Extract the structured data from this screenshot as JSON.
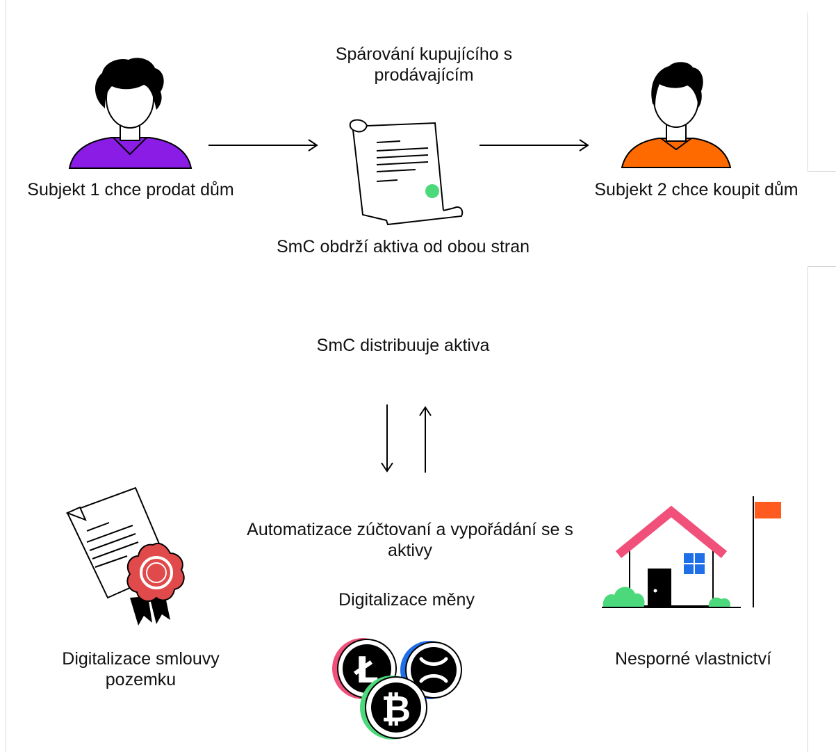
{
  "colors": {
    "purple": "#8a1ce6",
    "orange": "#ff6a00",
    "green": "#4cd97b",
    "red": "#e04a4a",
    "pink": "#f0507a",
    "blue": "#1e6fe8",
    "flag": "#ff5a1f"
  },
  "labels": {
    "matching": "Spárování kupujícího s prodávajícím",
    "subject1": "Subjekt 1 chce prodat dům",
    "subject2": "Subjekt 2 chce koupit dům",
    "smc_receives": "SmC obdrží aktiva od obou stran",
    "smc_distributes": "SmC distribuuje aktiva",
    "automation": "Automatizace zúčtovaní a vypořádání se s aktivy",
    "currency": "Digitalizace měny",
    "land_contract": "Digitalizace smlouvy pozemku",
    "ownership": "Nesporné vlastnictví"
  },
  "icons": {
    "seller": "person-icon",
    "buyer": "person-icon",
    "contract": "scroll-contract-icon",
    "certificate": "certificate-icon",
    "coins": "crypto-coins-icon",
    "house": "house-icon"
  }
}
